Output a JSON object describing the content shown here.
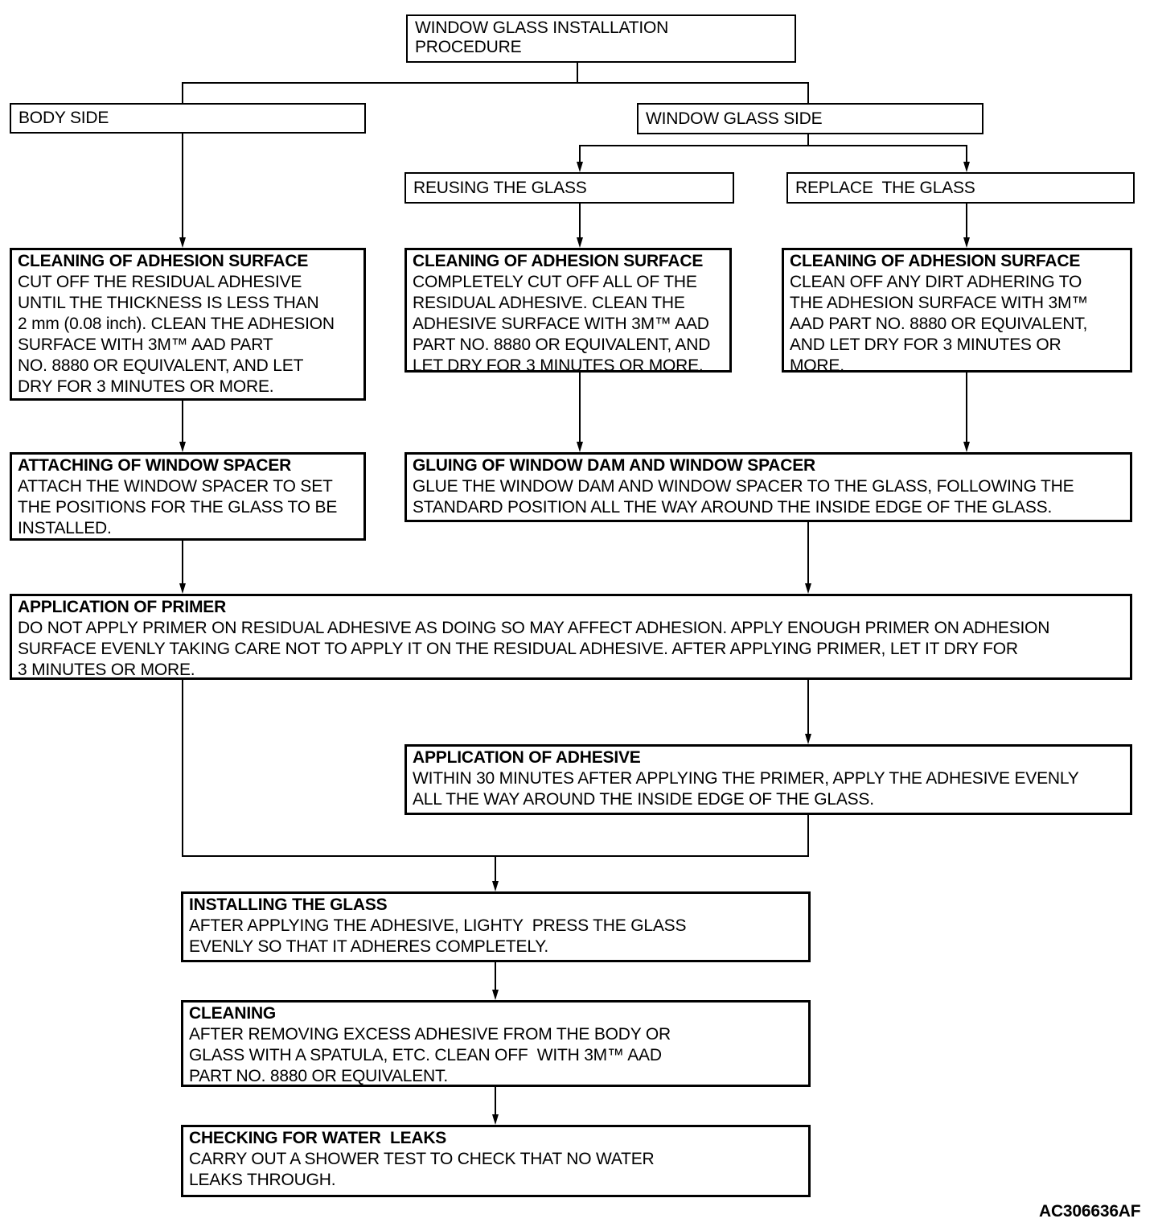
{
  "figure_code": "AC306636AF",
  "colors": {
    "line": "#000000",
    "background": "#ffffff",
    "text": "#000000"
  },
  "nodes": {
    "procedure": {
      "label": "WINDOW GLASS INSTALLATION\nPROCEDURE"
    },
    "body_side": {
      "label": "BODY SIDE"
    },
    "window_glass_side": {
      "label": "WINDOW GLASS SIDE"
    },
    "reusing": {
      "label": "REUSING THE GLASS"
    },
    "replace": {
      "label": "REPLACE  THE GLASS"
    },
    "clean_body": {
      "title": "CLEANING OF ADHESION SURFACE",
      "body": "CUT OFF THE RESIDUAL ADHESIVE\nUNTIL THE THICKNESS IS LESS THAN\n2 mm (0.08 inch). CLEAN THE ADHESION\nSURFACE WITH 3M™ AAD PART\nNO. 8880 OR EQUIVALENT, AND LET\nDRY FOR 3 MINUTES OR MORE."
    },
    "clean_reuse": {
      "title": "CLEANING OF ADHESION SURFACE",
      "body": "COMPLETELY CUT OFF ALL OF THE\nRESIDUAL ADHESIVE. CLEAN THE\nADHESIVE SURFACE WITH 3M™ AAD\nPART NO. 8880 OR EQUIVALENT, AND\nLET DRY FOR 3 MINUTES OR MORE."
    },
    "clean_replace": {
      "title": "CLEANING OF ADHESION SURFACE",
      "body": "CLEAN OFF ANY DIRT ADHERING TO\nTHE ADHESION SURFACE WITH 3M™\nAAD PART NO. 8880 OR EQUIVALENT,\nAND LET DRY FOR 3 MINUTES OR\nMORE."
    },
    "attach_spacer": {
      "title": "ATTACHING OF WINDOW SPACER",
      "body": "ATTACH THE WINDOW SPACER TO SET\nTHE POSITIONS FOR THE GLASS TO BE\nINSTALLED."
    },
    "gluing": {
      "title": "GLUING OF WINDOW DAM AND WINDOW SPACER",
      "body": "GLUE THE WINDOW DAM AND WINDOW SPACER TO THE GLASS, FOLLOWING THE\nSTANDARD POSITION ALL THE WAY AROUND THE INSIDE EDGE OF THE GLASS."
    },
    "primer": {
      "title": "APPLICATION OF PRIMER",
      "body": "DO NOT APPLY PRIMER ON RESIDUAL ADHESIVE AS DOING SO MAY AFFECT ADHESION. APPLY ENOUGH PRIMER ON ADHESION\nSURFACE EVENLY TAKING CARE NOT TO APPLY IT ON THE RESIDUAL ADHESIVE. AFTER APPLYING PRIMER, LET IT DRY FOR\n3 MINUTES OR MORE."
    },
    "adhesive": {
      "title": "APPLICATION OF ADHESIVE",
      "body": "WITHIN 30 MINUTES AFTER APPLYING THE PRIMER, APPLY THE ADHESIVE EVENLY\nALL THE WAY AROUND THE INSIDE EDGE OF THE GLASS."
    },
    "installing": {
      "title": "INSTALLING THE GLASS",
      "body": "AFTER APPLYING THE ADHESIVE, LIGHTY  PRESS THE GLASS\nEVENLY SO THAT IT ADHERES COMPLETELY."
    },
    "cleaning": {
      "title": "CLEANING",
      "body": "AFTER REMOVING EXCESS ADHESIVE FROM THE BODY OR\nGLASS WITH A SPATULA, ETC. CLEAN OFF  WITH 3M™ AAD\nPART NO. 8880 OR EQUIVALENT."
    },
    "water_leaks": {
      "title": "CHECKING FOR WATER  LEAKS",
      "body": "CARRY OUT A SHOWER TEST TO CHECK THAT NO WATER\nLEAKS THROUGH."
    }
  }
}
